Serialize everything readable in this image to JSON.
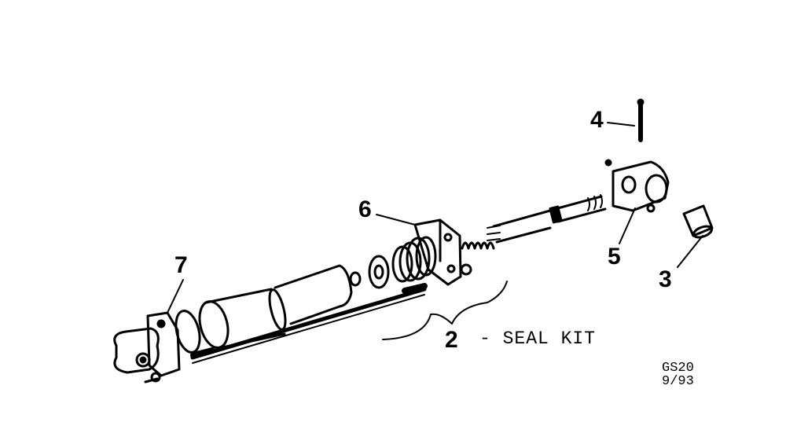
{
  "callouts": {
    "part_2": "2",
    "part_3": "3",
    "part_4": "4",
    "part_5": "5",
    "part_6": "6",
    "part_7": "7"
  },
  "seal_kit_label": "-  SEAL KIT",
  "drawing_code": {
    "line1": "GS20",
    "line2": "9/93"
  }
}
